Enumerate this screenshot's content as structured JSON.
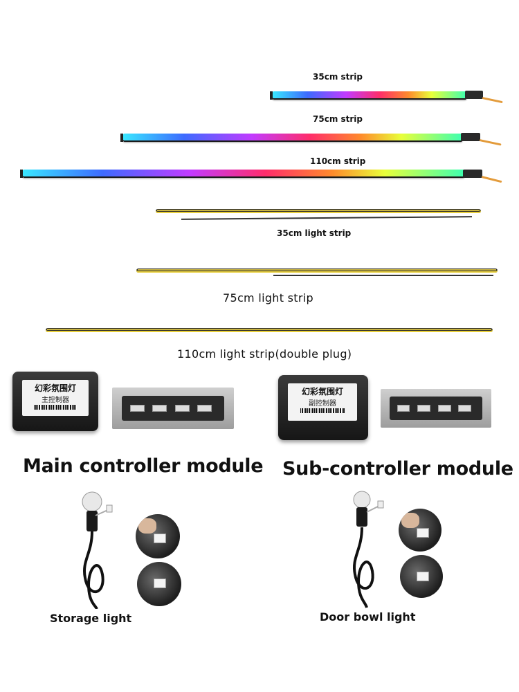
{
  "strips": {
    "rgb_35": "35cm strip",
    "rgb_75": "75cm strip",
    "rgb_110": "110cm strip",
    "light_35": "35cm light strip",
    "light_75": "75cm light strip",
    "light_110": "110cm light strip(double plug)"
  },
  "modules": {
    "main": {
      "label": "Main controller module",
      "box_title": "幻彩氛围灯",
      "box_sub": "主控制器"
    },
    "sub": {
      "label": "Sub-controller module",
      "box_title": "幻彩氛围灯",
      "box_sub": "副控制器"
    }
  },
  "accessories": {
    "storage": "Storage light",
    "door": "Door bowl light"
  },
  "colors": {
    "background": "#ffffff",
    "text": "#111111",
    "strip_wire": "#e39b3b",
    "light_strip_glow": "#e8cf3a"
  }
}
